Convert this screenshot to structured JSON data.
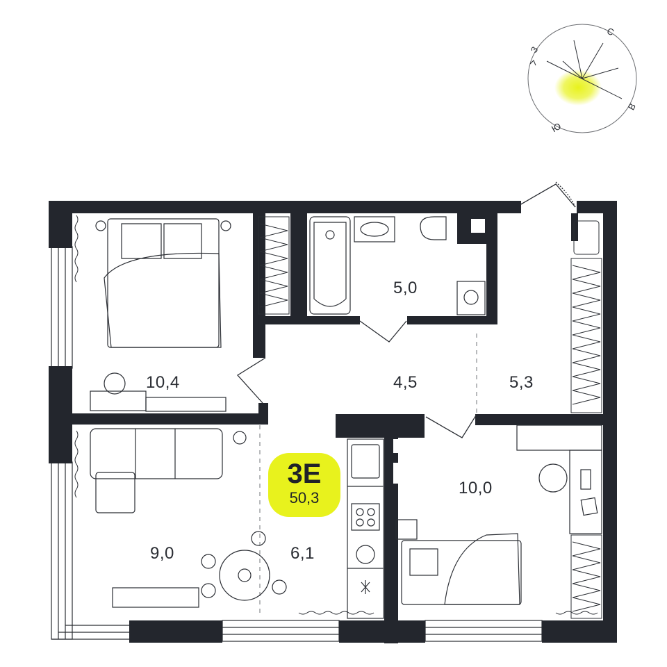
{
  "apartment": {
    "type_label": "3E",
    "total_area": "50,3",
    "badge_color": "#e8f21d",
    "wall_color": "#23262d"
  },
  "rooms": {
    "bedroom_left": "10,4",
    "bathroom": "5,0",
    "hall": "4,5",
    "entry": "5,3",
    "living": "9,0",
    "kitchen": "6,1",
    "bedroom_right": "10,0"
  },
  "compass": {
    "north": "С",
    "east": "В",
    "south": "Ю",
    "west": "З",
    "sun_color": "#e8f21d"
  }
}
